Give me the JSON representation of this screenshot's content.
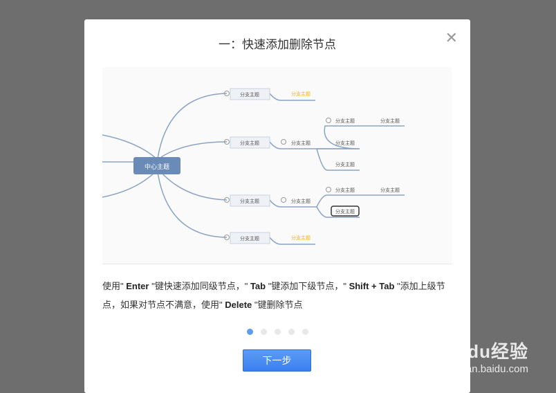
{
  "modal": {
    "title": "一：快速添加删除节点",
    "close_icon": "close-icon",
    "mindmap": {
      "center": "中心主题",
      "branch": "分支主题"
    },
    "description": {
      "p1": "使用\" ",
      "k1": "Enter",
      "p2": " \"键快速添加同级节点，\" ",
      "k2": "Tab",
      "p3": " \"键添加下级节点，\" ",
      "k3": "Shift + Tab",
      "p4": " \"添加上级节点，如果对节点不满意，使用\" ",
      "k4": "Delete",
      "p5": " \"键删除节点"
    },
    "pagination": {
      "current": 1,
      "total": 5
    },
    "next_label": "下一步"
  },
  "watermark": {
    "brand": "Baidu经验",
    "url": "jingyan.baidu.com"
  },
  "colors": {
    "accent": "#3a7ff0",
    "node": "#6a8bb8",
    "highlight": "#f0b400"
  }
}
